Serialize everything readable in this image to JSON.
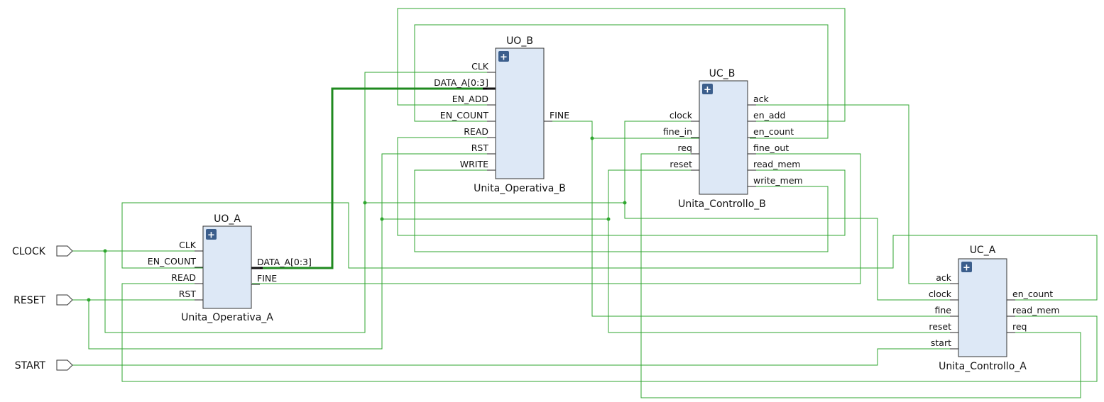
{
  "top_ports": [
    {
      "id": "clock",
      "label": "CLOCK"
    },
    {
      "id": "reset",
      "label": "RESET"
    },
    {
      "id": "start",
      "label": "START"
    }
  ],
  "blocks": {
    "uo_a": {
      "title": "UO_A",
      "subtitle": "Unita_Operativa_A",
      "inputs": [
        "CLK",
        "EN_COUNT",
        "READ",
        "RST"
      ],
      "outputs": [
        "DATA_A[0:3]",
        "FINE"
      ]
    },
    "uo_b": {
      "title": "UO_B",
      "subtitle": "Unita_Operativa_B",
      "inputs": [
        "CLK",
        "DATA_A[0:3]",
        "EN_ADD",
        "EN_COUNT",
        "READ",
        "RST",
        "WRITE"
      ],
      "outputs": [
        "FINE"
      ]
    },
    "uc_b": {
      "title": "UC_B",
      "subtitle": "Unita_Controllo_B",
      "inputs": [
        "clock",
        "fine_in",
        "req",
        "reset"
      ],
      "outputs": [
        "ack",
        "en_add",
        "en_count",
        "fine_out",
        "read_mem",
        "write_mem"
      ]
    },
    "uc_a": {
      "title": "UC_A",
      "subtitle": "Unita_Controllo_A",
      "inputs": [
        "ack",
        "clock",
        "fine",
        "reset",
        "start"
      ],
      "outputs": [
        "en_count",
        "read_mem",
        "req"
      ]
    }
  },
  "expand_symbol": "+",
  "colors": {
    "wire": "#2fa62f",
    "bus": "#1f8a1f",
    "block_fill": "#dde8f6",
    "expand_button": "#3b5e8c"
  }
}
